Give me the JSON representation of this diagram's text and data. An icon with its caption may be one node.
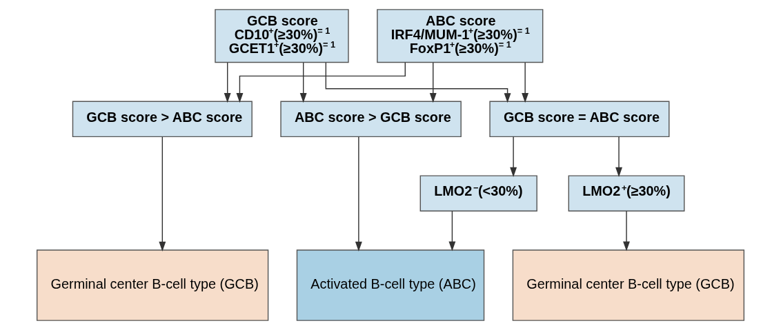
{
  "diagram": {
    "nodes": [
      {
        "text": [
          "GCB score",
          "CD10$^{+}$(≥30%)$^{= 1}$",
          "GCET1$^{+}$(≥30%)$^{= 1}$"
        ]
      },
      {
        "text": [
          "ABC score",
          "IRF4/MUM-1$^{+}$(≥30%)$^{= 1}$",
          "FoxP1$^{+}$(≥30%)$^{= 1}$"
        ]
      },
      {
        "text": [
          "GCB score > ABC score"
        ]
      },
      {
        "text": [
          "ABC score > GCB score"
        ]
      },
      {
        "text": [
          "GCB score = ABC score"
        ]
      },
      {
        "text": [
          "LMO2$^{−}$(<30%)"
        ]
      },
      {
        "text": [
          "LMO2$^{+}$(≥30%)"
        ]
      },
      {
        "text": [
          "Germinal center B-cell type (GCB)"
        ]
      },
      {
        "text": [
          "Activated B-cell type (ABC)"
        ]
      },
      {
        "text": [
          "Germinal center B-cell type (GCB)"
        ]
      }
    ],
    "edges": [
      {
        "from": 0,
        "to": 2,
        "arrow": "to"
      },
      {
        "from": 0,
        "to": 3,
        "arrow": "to"
      },
      {
        "from": 0,
        "to": 4,
        "arrow": "to"
      },
      {
        "from": 1,
        "to": 2,
        "arrow": "to"
      },
      {
        "from": 1,
        "to": 3,
        "arrow": "to"
      },
      {
        "from": 1,
        "to": 4,
        "arrow": "to"
      },
      {
        "from": 4,
        "to": 5,
        "arrow": "to"
      },
      {
        "from": 4,
        "to": 6,
        "arrow": "to"
      },
      {
        "from": 2,
        "to": 7,
        "arrow": "to"
      },
      {
        "from": 3,
        "to": 8,
        "arrow": "to"
      },
      {
        "from": 5,
        "to": 8,
        "arrow": "to"
      },
      {
        "from": 6,
        "to": 9,
        "arrow": "to"
      }
    ]
  }
}
